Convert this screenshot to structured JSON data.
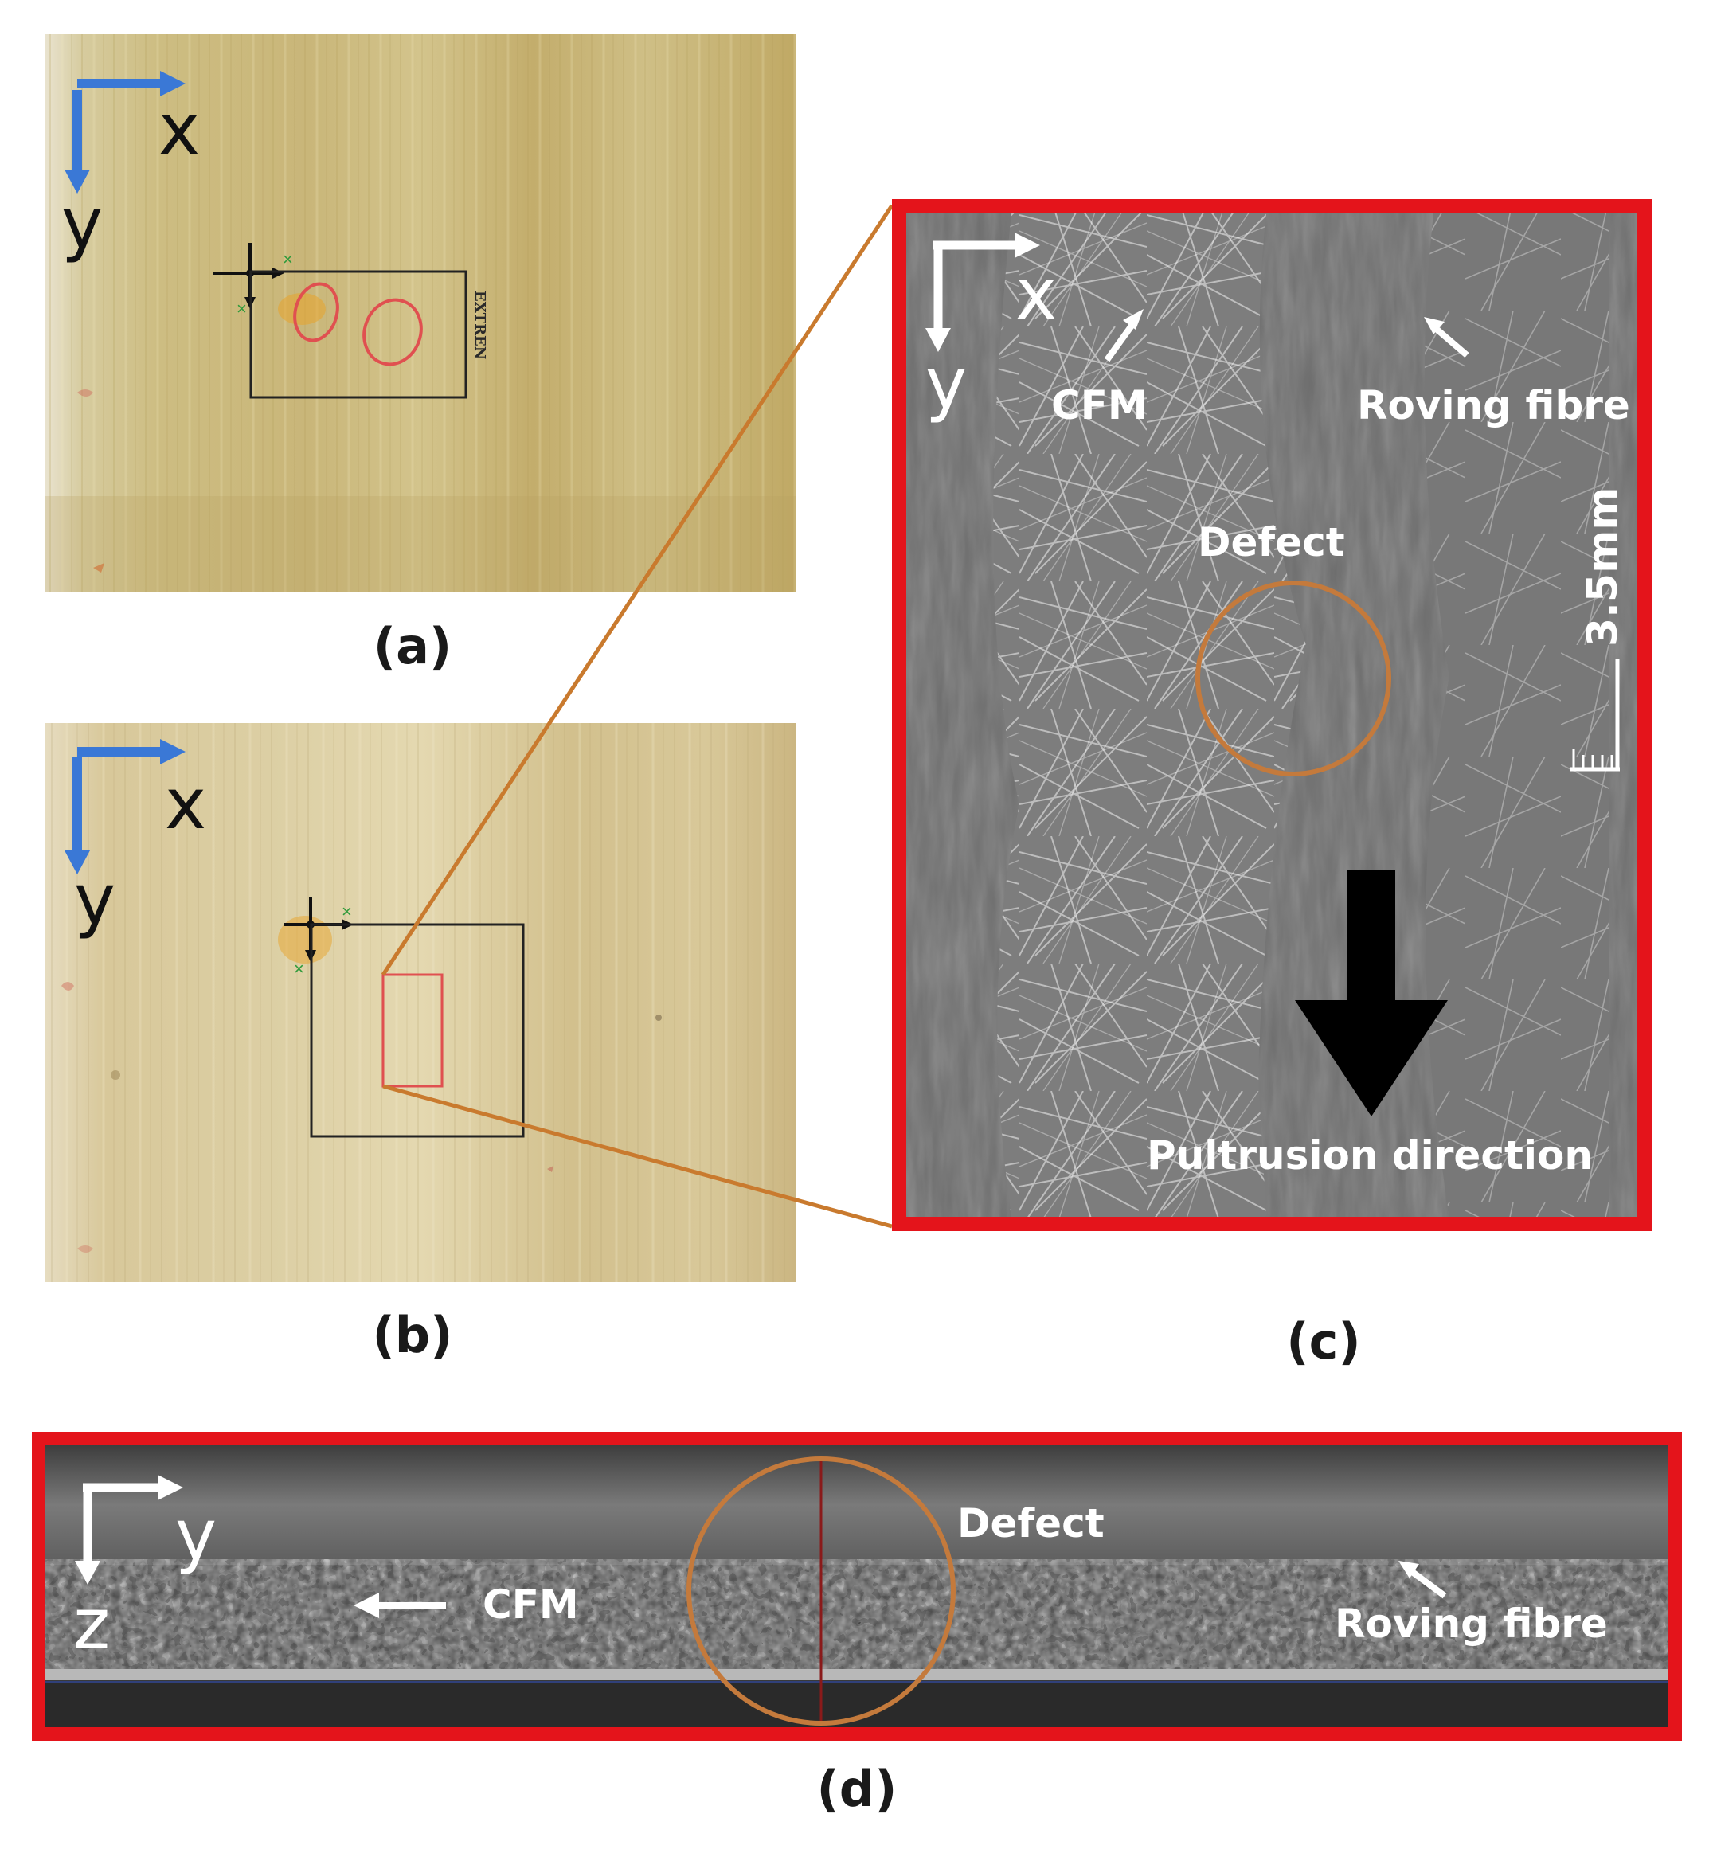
{
  "panels": {
    "a": {
      "caption": "(a)",
      "axis_x": "x",
      "axis_y": "y",
      "stamp_text": "EXTREN"
    },
    "b": {
      "caption": "(b)",
      "axis_x": "x",
      "axis_y": "y"
    },
    "c": {
      "caption": "(c)",
      "axis_x": "x",
      "axis_y": "y",
      "label_cfm": "CFM",
      "label_roving": "Roving fibre",
      "label_defect": "Defect",
      "scale_bar": "3.5mm",
      "label_pultrusion": "Pultrusion direction"
    },
    "d": {
      "caption": "(d)",
      "axis_y": "y",
      "axis_z": "z",
      "label_defect": "Defect",
      "label_cfm": "CFM",
      "label_roving": "Roving fibre"
    }
  },
  "colors": {
    "frame_red": "#e4141b",
    "axis_blue": "#3a78d6",
    "defect_circle": "#c47a3c",
    "zoom_line": "#c97a2e",
    "marker_red": "#e05050"
  }
}
